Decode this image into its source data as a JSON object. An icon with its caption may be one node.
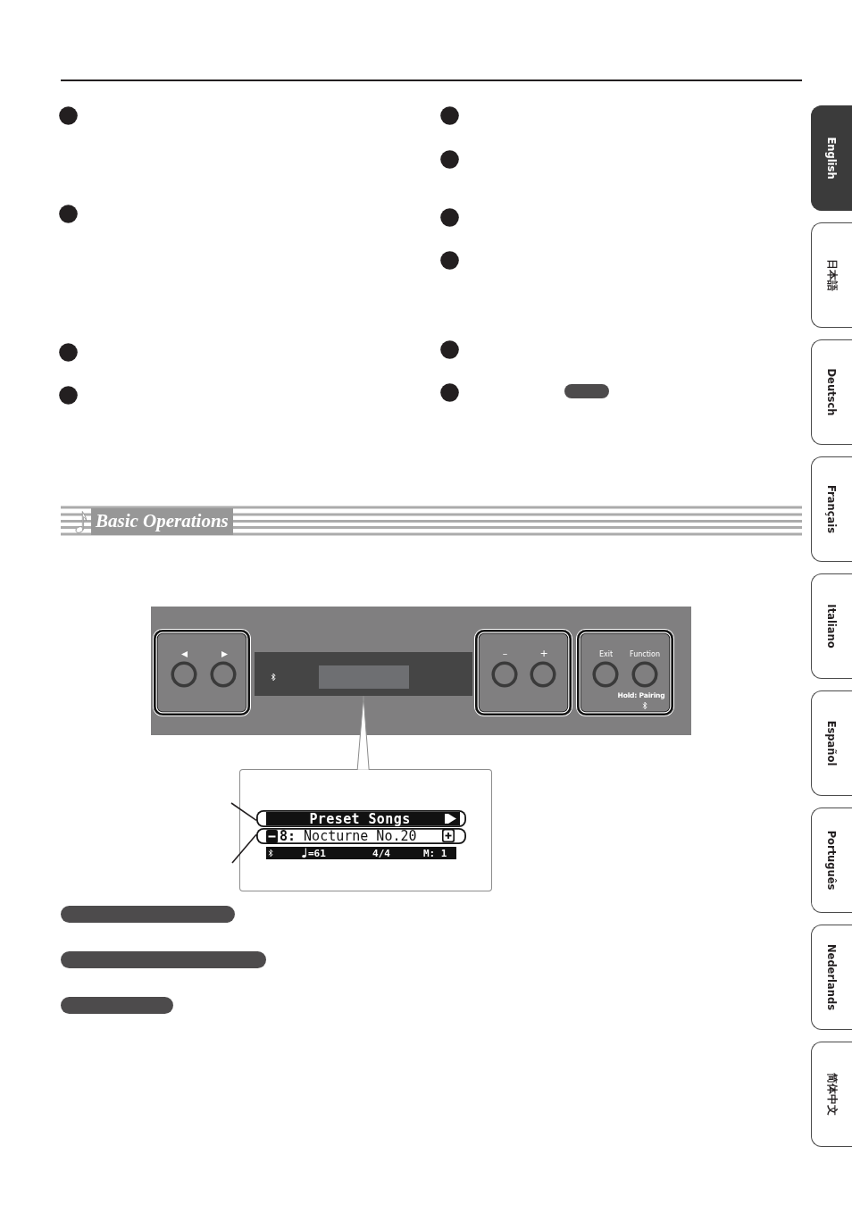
{
  "diagram": {
    "title": "Basic Operations",
    "nodes": [
      {
        "text": [],
        "shape": "bar"
      },
      {
        "text": [],
        "shape": "box"
      },
      {
        "text": [],
        "shape": "box",
        "in": 1
      },
      {
        "text": [],
        "shape": "box",
        "in": 1
      },
      {
        "text": [],
        "shape": "box",
        "in": 3
      },
      {
        "text": [
          "–",
          "+"
        ],
        "in": 1
      },
      {
        "text": [
          "Exit",
          "Function",
          "Hold: Pairing"
        ],
        "in": 1
      },
      {
        "text": [],
        "shape": "box"
      },
      {
        "text": [
          "Preset Songs"
        ],
        "in": 7
      },
      {
        "text": [
          "**8:** Nocturne No.20"
        ],
        "in": 7
      },
      {
        "text": [
          "=61",
          "4/4",
          "M: 1"
        ],
        "in": 7
      },
      {
        "text": [],
        "shape": "bar"
      },
      {
        "text": [],
        "shape": "bar"
      },
      {
        "text": [],
        "shape": "bar"
      },
      {
        "text": [
          "English"
        ]
      },
      {
        "text": [
          "日本語"
        ]
      },
      {
        "text": [
          "Deutsch"
        ]
      },
      {
        "text": [
          "Français"
        ]
      },
      {
        "text": [
          "Italiano"
        ]
      },
      {
        "text": [
          "Español"
        ]
      },
      {
        "text": [
          "Português"
        ]
      },
      {
        "text": [
          "Nederlands"
        ]
      },
      {
        "text": [
          "简体中文"
        ]
      }
    ],
    "edges": [
      {
        "from": 3,
        "to": 7,
        "arrow": "none"
      },
      {
        "from": null,
        "to": 8,
        "arrow": "none"
      },
      {
        "from": null,
        "to": 9,
        "arrow": "none"
      }
    ]
  }
}
